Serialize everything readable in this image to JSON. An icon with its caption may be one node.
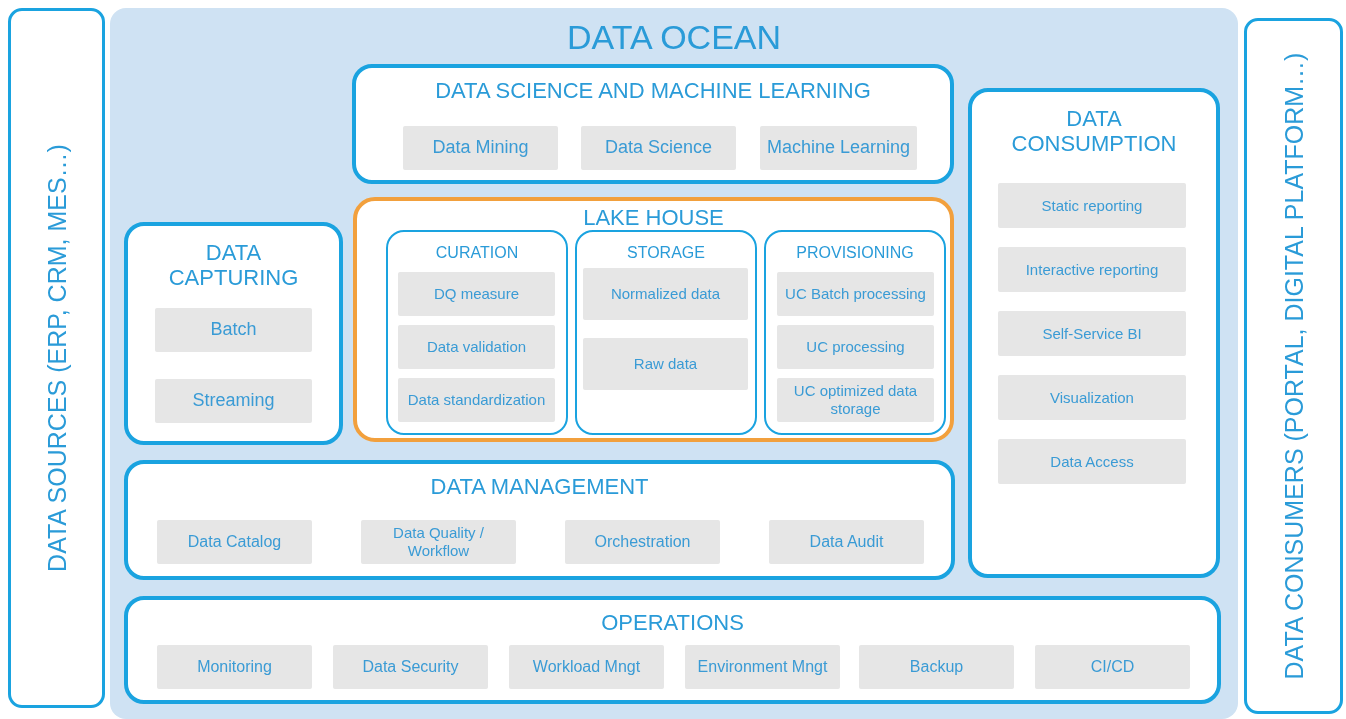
{
  "diagram": {
    "nodes": [
      {
        "text": [
          "DATA SOURCES (ERP, CRM, MES…)"
        ]
      },
      {
        "text": [
          "DATA OCEAN"
        ]
      },
      {
        "text": [
          "DATA SCIENCE AND MACHINE LEARNING"
        ],
        "in": 1
      },
      {
        "text": [
          "Data Mining"
        ],
        "in": 2
      },
      {
        "text": [
          "Data Science"
        ],
        "in": 2
      },
      {
        "text": [
          "Machine Learning"
        ],
        "in": 2
      },
      {
        "text": [
          "DATA CONSUMPTION"
        ],
        "in": 1
      },
      {
        "text": [
          "Static reporting"
        ],
        "in": 6
      },
      {
        "text": [
          "Interactive reporting"
        ],
        "in": 6
      },
      {
        "text": [
          "Self-Service BI"
        ],
        "in": 6
      },
      {
        "text": [
          "Visualization"
        ],
        "in": 6
      },
      {
        "text": [
          "Data Access"
        ],
        "in": 6
      },
      {
        "text": [
          "DATA CAPTURING"
        ],
        "in": 1
      },
      {
        "text": [
          "Batch"
        ],
        "in": 12
      },
      {
        "text": [
          "Streaming"
        ],
        "in": 12
      },
      {
        "text": [
          "LAKE HOUSE"
        ],
        "in": 1
      },
      {
        "text": [
          "CURATION"
        ],
        "in": 15
      },
      {
        "text": [
          "DQ measure"
        ],
        "in": 16
      },
      {
        "text": [
          "Data validation"
        ],
        "in": 16
      },
      {
        "text": [
          "Data standardization"
        ],
        "in": 16
      },
      {
        "text": [
          "STORAGE"
        ],
        "in": 15
      },
      {
        "text": [
          "Normalized data"
        ],
        "in": 20
      },
      {
        "text": [
          "Raw data"
        ],
        "in": 20
      },
      {
        "text": [
          "PROVISIONING"
        ],
        "in": 15
      },
      {
        "text": [
          "UC Batch processing"
        ],
        "in": 23
      },
      {
        "text": [
          "UC processing"
        ],
        "in": 23
      },
      {
        "text": [
          "UC optimized data storage"
        ],
        "in": 23
      },
      {
        "text": [
          "DATA MANAGEMENT"
        ],
        "in": 1
      },
      {
        "text": [
          "Data Catalog"
        ],
        "in": 27
      },
      {
        "text": [
          "Data Quality / Workflow"
        ],
        "in": 27
      },
      {
        "text": [
          "Orchestration"
        ],
        "in": 27
      },
      {
        "text": [
          "Data Audit"
        ],
        "in": 27
      },
      {
        "text": [
          "OPERATIONS"
        ],
        "in": 1
      },
      {
        "text": [
          "Monitoring"
        ],
        "in": 32
      },
      {
        "text": [
          "Data Security"
        ],
        "in": 32
      },
      {
        "text": [
          "Workload Mngt"
        ],
        "in": 32
      },
      {
        "text": [
          "Environment Mngt"
        ],
        "in": 32
      },
      {
        "text": [
          "Backup"
        ],
        "in": 32
      },
      {
        "text": [
          "CI/CD"
        ],
        "in": 32
      },
      {
        "text": [
          "DATA CONSUMERS (PORTAL, DIGITAL PLATFORM…)"
        ]
      }
    ]
  }
}
